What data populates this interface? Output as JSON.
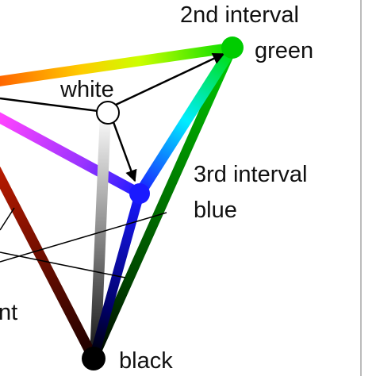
{
  "labels": {
    "second_interval": "2nd interval",
    "green": "green",
    "white": "white",
    "third_interval": "3rd interval",
    "blue": "blue",
    "black": "black",
    "partial_left": "nt"
  },
  "colors": {
    "green": "#00cc00",
    "blue": "#1a1aff",
    "white_node": "#ffffff",
    "black": "#000000",
    "red_dark": "#a01000",
    "magenta": "#ff33ff",
    "border_line": "#bbbbbb"
  }
}
